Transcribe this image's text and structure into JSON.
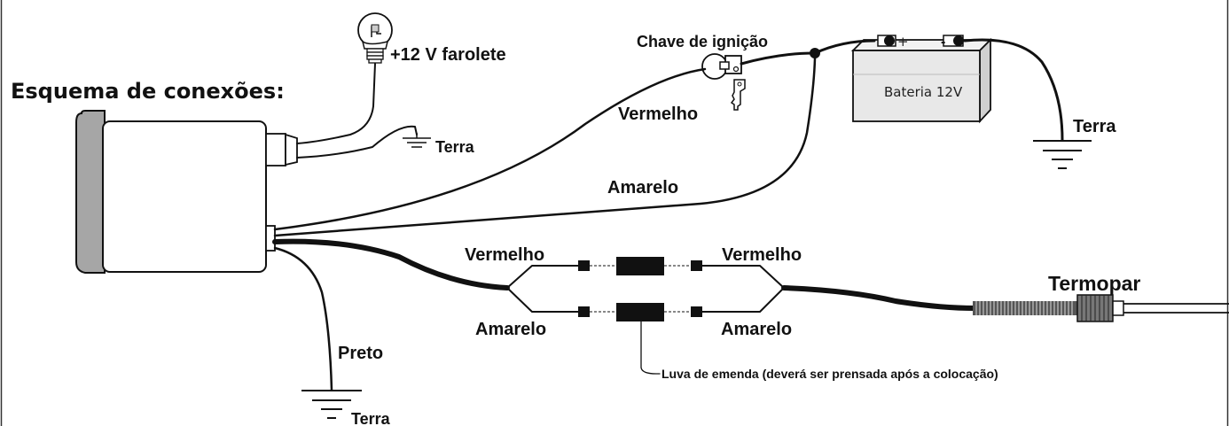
{
  "title": "Esquema de conexões:",
  "labels": {
    "lamp": "+12 V farolete",
    "ground_lamp": "Terra",
    "ignition": "Chave de ignição",
    "battery": "Bateria 12V",
    "battery_plus": "+",
    "battery_minus": "-",
    "ground_battery": "Terra",
    "red_upper": "Vermelho",
    "yellow_upper": "Amarelo",
    "red_left": "Vermelho",
    "red_right": "Vermelho",
    "yellow_left": "Amarelo",
    "yellow_right": "Amarelo",
    "thermocouple": "Termopar",
    "black": "Preto",
    "ground_black": "Terra",
    "splice_note": "Luva de emenda (deverá ser prensada após a colocação)"
  },
  "colors": {
    "ink": "#111111",
    "gauge_bezel": "#a6a6a6",
    "battery_fill": "#e8e8e8"
  },
  "icons": [
    "lamp-icon",
    "ignition-key-icon",
    "battery-icon",
    "ground-icon"
  ]
}
